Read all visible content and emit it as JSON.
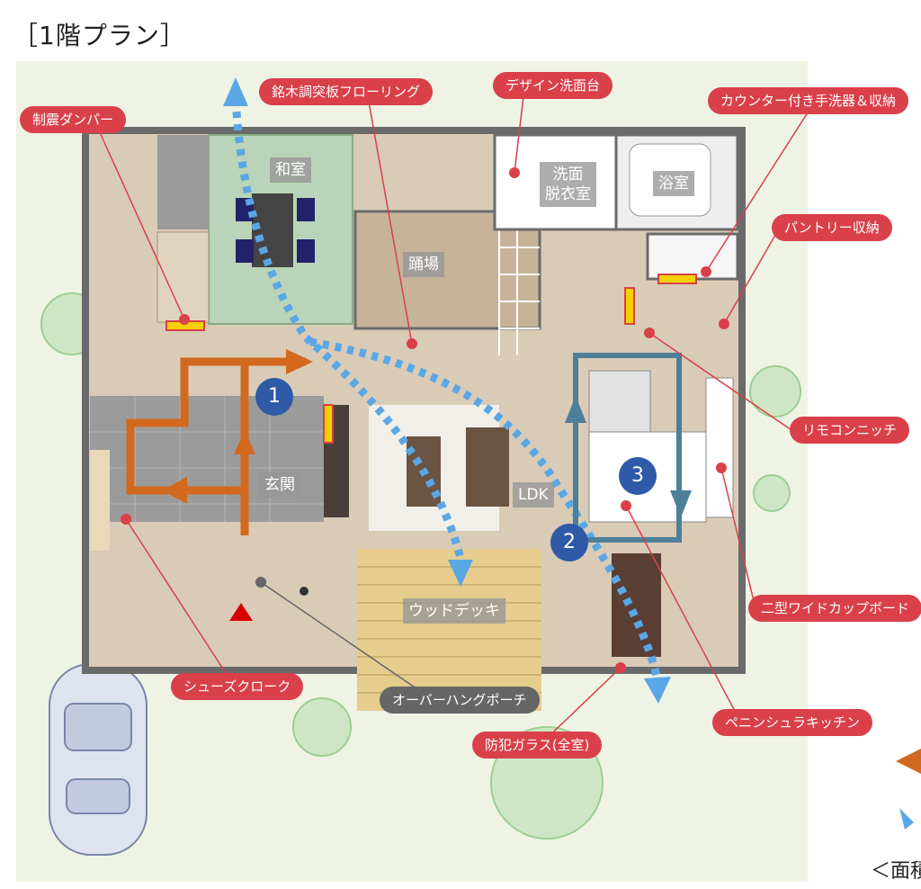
{
  "page_title": "［1階プラン］",
  "rooms": {
    "washitsu": "和室",
    "odoriba": "踊場",
    "senmen": "洗面\n脱衣室",
    "yokushitsu": "浴室",
    "genkan": "玄関",
    "ldk": "LDK",
    "wood_deck": "ウッドデッキ"
  },
  "callouts": {
    "seishin_damper": "制震ダンパー",
    "flooring": "銘木調突板フローリング",
    "design_senmendai": "デザイン洗面台",
    "counter_tearai": "カウンター付き手洗器＆収納",
    "pantry": "パントリー収納",
    "remocon": "リモコンニッチ",
    "cupboard": "二型ワイドカップボード",
    "shoes_cloak": "シューズクローク",
    "overhang_porch": "オーバーハングポーチ",
    "bouhan_glass": "防犯ガラス(全室)",
    "peninsula_kitchen": "ペニンシュラキッチン"
  },
  "badges": [
    "1",
    "2",
    "3"
  ],
  "partial_text": "＜面積",
  "colors": {
    "callout_red": "#d9404a",
    "callout_gray": "#666666",
    "orange_route": "#d2691e",
    "blue_route": "#5aa7e6",
    "teal_route": "#4d7f99",
    "badge_blue": "#2e5aa8",
    "tatami": "#b9d4b8",
    "floor": "#d9cbb6",
    "wall": "#6a6a6a"
  },
  "icons": [
    "tree-icon",
    "car-icon",
    "entrance-marker-icon",
    "damper-icon"
  ]
}
